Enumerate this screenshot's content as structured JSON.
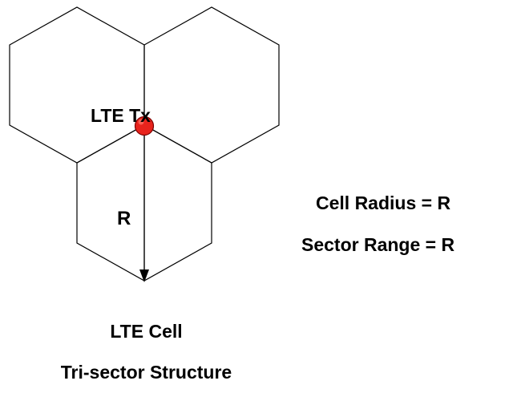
{
  "diagram": {
    "transmitter_label": "LTE Tx",
    "radius_label": "R",
    "cell_radius_text": "Cell Radius = R",
    "sector_range_text": "Sector Range = R",
    "title_line1": "LTE Cell",
    "title_line2": "Tri-sector Structure"
  },
  "colors": {
    "transmitter_fill": "#e8231c",
    "transmitter_stroke": "#7a0000",
    "line": "#000000",
    "background": "#ffffff"
  },
  "icons": {
    "transmitter": "red-dot-icon",
    "radius_arrow": "arrow-down-icon"
  }
}
